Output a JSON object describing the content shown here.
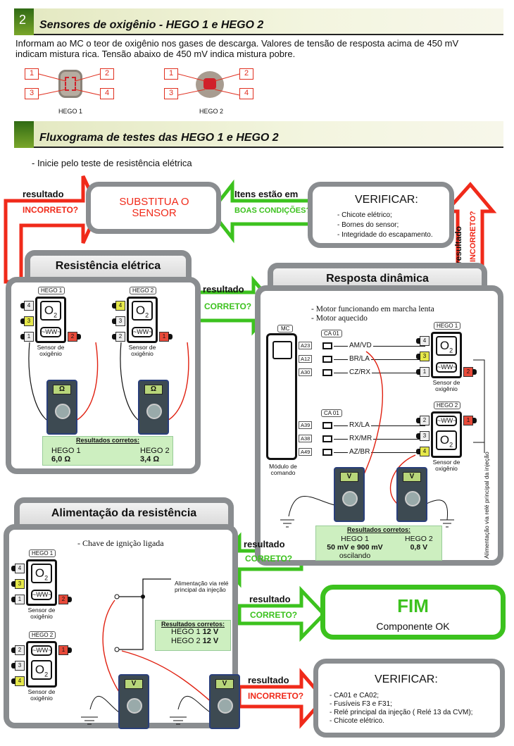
{
  "section1": {
    "number": "2",
    "title": "Sensores de oxigênio - HEGO 1 e HEGO 2",
    "description": "Informam ao MC o teor de oxigênio nos gases de descarga. Valores de tensão de resposta acima de 450 mV indicam mistura rica. Tensão abaixo de 450 mV indica mistura pobre.",
    "connectors": [
      {
        "label": "HEGO 1",
        "pins": [
          "1",
          "2",
          "3",
          "4"
        ]
      },
      {
        "label": "HEGO 2",
        "pins": [
          "1",
          "2",
          "3",
          "4"
        ]
      }
    ]
  },
  "section2": {
    "title": "Fluxograma de testes das HEGO 1 e HEGO 2",
    "intro": "- Inicie pelo teste de resistência elétrica"
  },
  "substitua": "SUBSTITUA O SENSOR",
  "arrow_incorreto_top": {
    "l1": "resultado",
    "l2": "INCORRETO?"
  },
  "arrow_boas": {
    "l1": "Itens estão em",
    "l2": "BOAS CONDIÇÕES?"
  },
  "verificar1": {
    "title": "VERIFICAR:",
    "items": [
      "- Chicote elétrico;",
      "- Bornes do sensor;",
      "- Integridade do escapamento."
    ]
  },
  "arrow_incorreto_right": {
    "l1": "resultado",
    "l2": "INCORRETO?"
  },
  "resistencia": {
    "title": "Resistência elétrica",
    "results_title": "Resultados corretos:",
    "h1": "HEGO 1",
    "v1": "6,0 Ω",
    "h2": "HEGO 2",
    "v2": "3,4 Ω",
    "meter": "Ω"
  },
  "arrow_correto1": {
    "l1": "resultado",
    "l2": "CORRETO?"
  },
  "resposta": {
    "title": "Resposta dinâmica",
    "cond1": "- Motor funcionando em marcha lenta",
    "cond2": "- Motor aquecido",
    "mc": "MC",
    "mc_caption": "Módulo de comando",
    "ca": "CA 01",
    "rows1": [
      {
        "pin": "A23",
        "wire": "AM/VD"
      },
      {
        "pin": "A12",
        "wire": "BR/LA"
      },
      {
        "pin": "A30",
        "wire": "CZ/RX"
      }
    ],
    "rows2": [
      {
        "pin": "A39",
        "wire": "RX/LA"
      },
      {
        "pin": "A38",
        "wire": "RX/MR"
      },
      {
        "pin": "A49",
        "wire": "AZ/BR"
      }
    ],
    "supply": "Alimentação via relé principal da injeção",
    "results_title": "Resultados corretos:",
    "h1": "HEGO 1",
    "v1": "50 mV e 900 mV",
    "v1b": "oscilando",
    "h2": "HEGO 2",
    "v2": "0,8 V",
    "meter": "V"
  },
  "alimentacao": {
    "title": "Alimentação da resistência",
    "cond": "- Chave de ignição ligada",
    "supply": "Alimentação via relé principal da injeção",
    "results_title": "Resultados corretos:",
    "r1": "HEGO 1",
    "v1": "12 V",
    "r2": "HEGO 2",
    "v2": "12 V",
    "meter": "V"
  },
  "arrow_correto2": {
    "l1": "resultado",
    "l2": "CORRETO?"
  },
  "arrow_correto3": {
    "l1": "resultado",
    "l2": "CORRETO?"
  },
  "fim": {
    "title": "FIM",
    "sub": "Componente OK"
  },
  "arrow_incorreto_bottom": {
    "l1": "resultado",
    "l2": "INCORRETO?"
  },
  "verificar2": {
    "title": "VERIFICAR:",
    "items": [
      "- CA01 e CA02;",
      "- Fusíveis F3 e F31;",
      "- Relé principal da injeção ( Relé 13 da CVM);",
      "- Chicote elétrico."
    ]
  },
  "sensor_caption": "Sensor de oxigênio",
  "sensors": {
    "h1": {
      "label": "HEGO 1",
      "top": "o2",
      "left": [
        {
          "n": "4",
          "c": "#eeeeee"
        },
        {
          "n": "3",
          "c": "#e6e84a"
        },
        {
          "n": "1",
          "c": "#eeeeee"
        }
      ],
      "right": {
        "n": "2",
        "c": "#e84a3a"
      }
    },
    "h2": {
      "label": "HEGO 2",
      "top": "o2",
      "left": [
        {
          "n": "4",
          "c": "#e6e84a"
        },
        {
          "n": "3",
          "c": "#eeeeee"
        },
        {
          "n": "2",
          "c": "#eeeeee"
        }
      ],
      "right": {
        "n": "1",
        "c": "#e84a3a"
      }
    },
    "h2b": {
      "label": "HEGO 2",
      "top": "heater",
      "left": [
        {
          "n": "2",
          "c": "#eeeeee"
        },
        {
          "n": "3",
          "c": "#eeeeee"
        },
        {
          "n": "4",
          "c": "#e6e84a"
        }
      ],
      "right": {
        "n": "1",
        "c": "#e84a3a"
      }
    }
  },
  "colors": {
    "green": "#3cc21e",
    "red": "#f02a1a",
    "panel": "#8a8d90",
    "result_bg": "#cdefc0"
  }
}
